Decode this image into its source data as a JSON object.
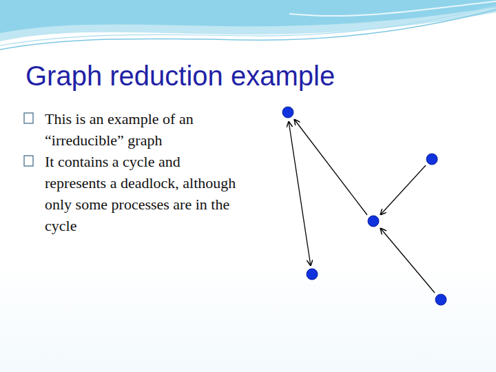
{
  "diagram": {
    "title": "Graph reduction example",
    "labels": [
      "This is an example of an “irreducible” graph",
      "It contains a cycle and represents a deadlock, although only some processes are in the cycle"
    ]
  }
}
